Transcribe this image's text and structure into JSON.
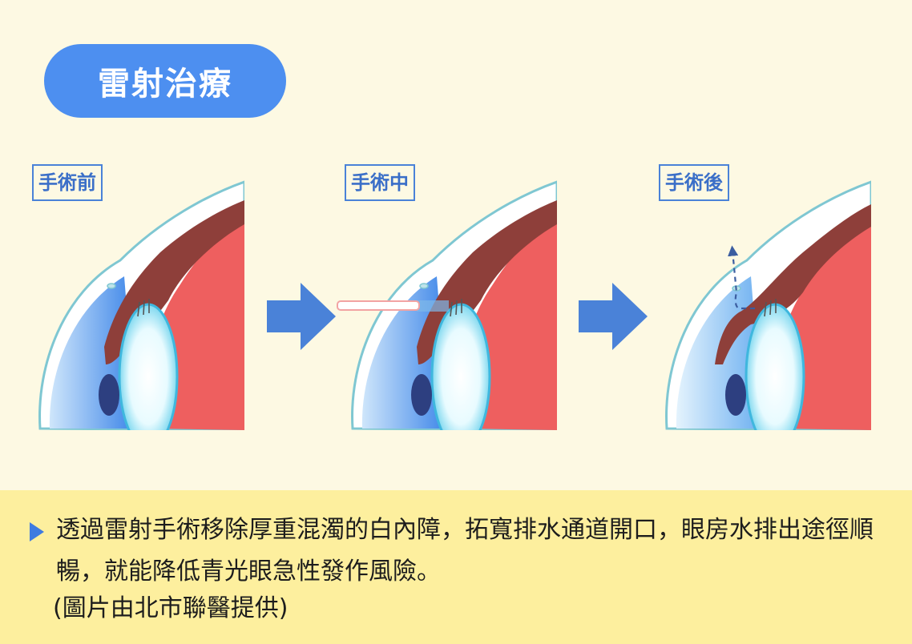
{
  "title": "雷射治療",
  "stages": [
    {
      "label": "手術前"
    },
    {
      "label": "手術中"
    },
    {
      "label": "手術後"
    }
  ],
  "caption": {
    "text": "透過雷射手術移除厚重混濁的白內障，拓寬排水通道開口，眼房水排出途徑順暢，就能降低青光眼急性發作風險。",
    "credit": "(圖片由北市聯醫提供)"
  },
  "colors": {
    "background": "#fdf9e3",
    "title_pill": "#4d8ff0",
    "label_border": "#4a82d8",
    "arrow": "#4a82d8",
    "caption_band": "#fdef9e",
    "laser_beam": "#f2a3a3"
  }
}
